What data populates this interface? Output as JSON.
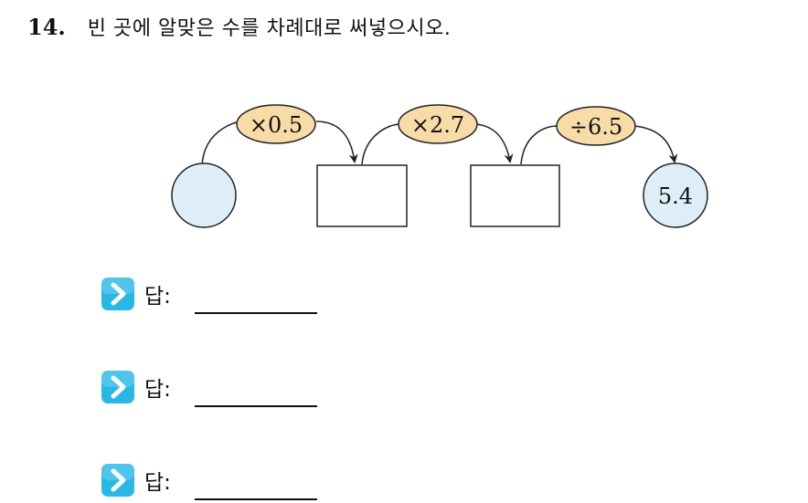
{
  "question": {
    "number": "14.",
    "text": "빈 곳에 알맞은 수를 차례대로 써넣으시오."
  },
  "diagram": {
    "operations": [
      "×0.5",
      "×2.7",
      "÷6.5"
    ],
    "final_value": "5.4",
    "colors": {
      "circle_fill": "#deeef9",
      "operation_fill": "#f8dca8",
      "stroke": "#222222"
    }
  },
  "answers": [
    {
      "label": "답:"
    },
    {
      "label": "답:"
    },
    {
      "label": "답:"
    }
  ],
  "icon": {
    "name": "chevron-right-icon",
    "color": "#29b7e6"
  }
}
